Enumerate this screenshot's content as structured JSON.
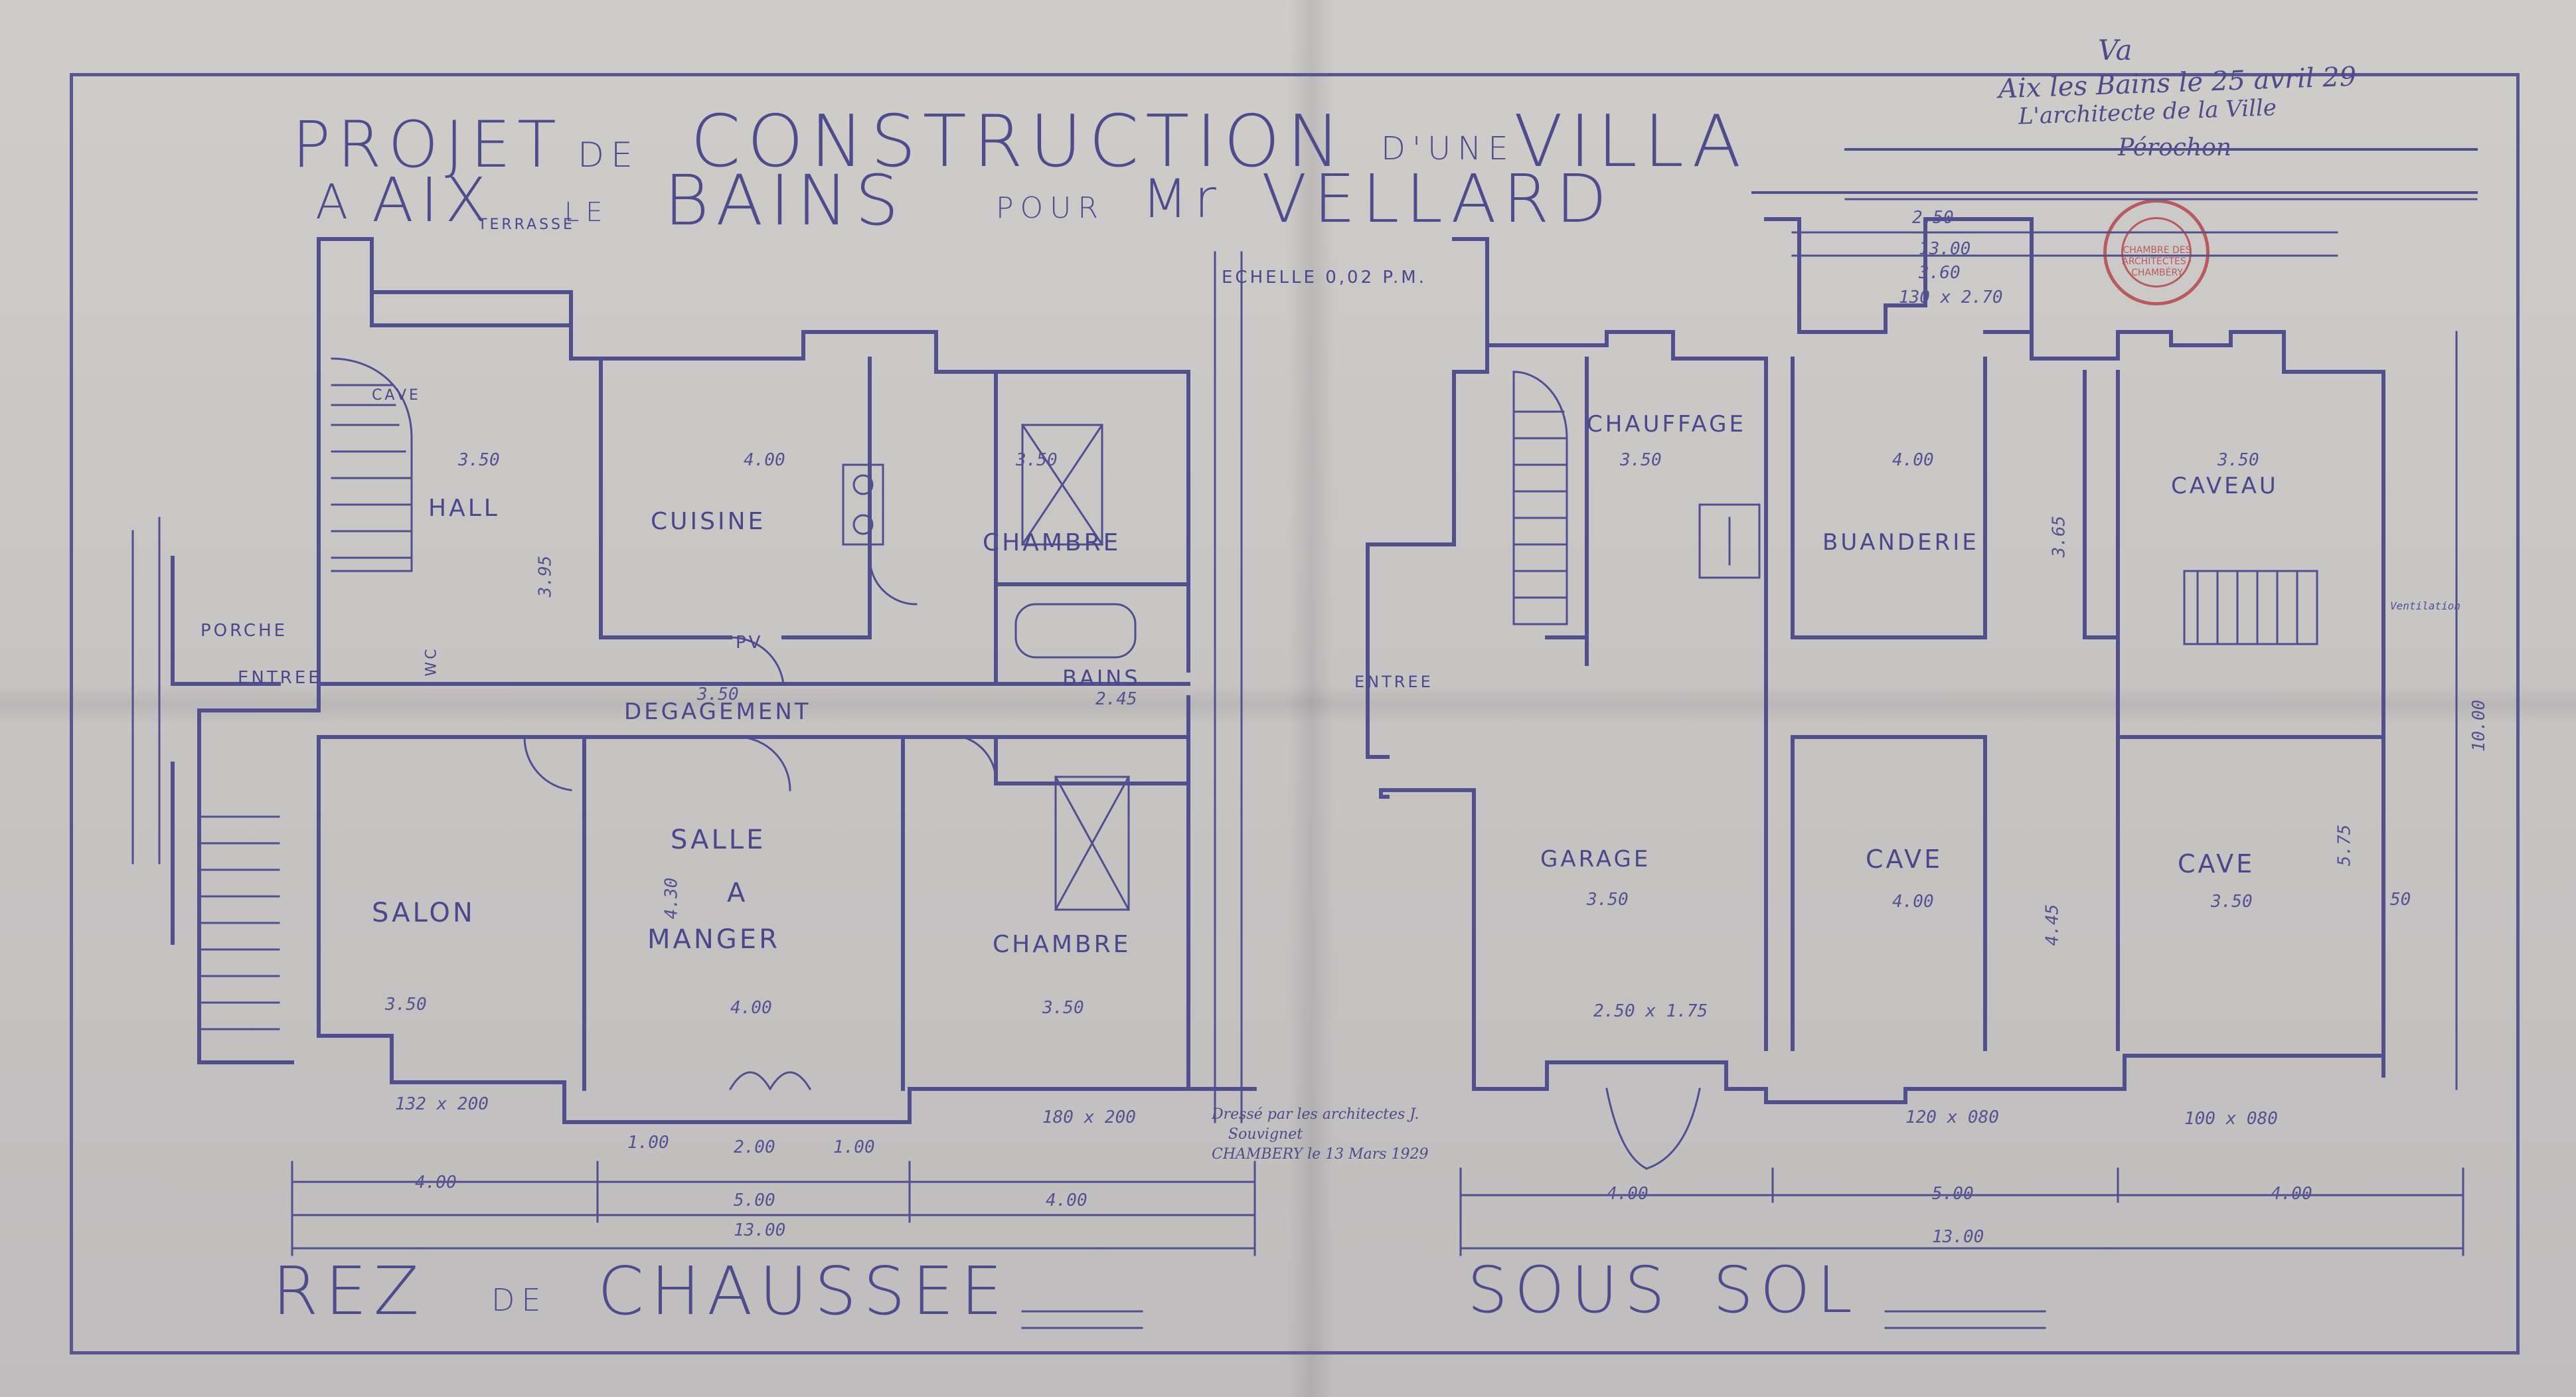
{
  "title": {
    "line1_projet": "PROJET",
    "line1_de": "DE",
    "line1_construction": "CONSTRUCTION",
    "line1_dune": "D'UNE",
    "line1_villa": "VILLA",
    "line2_a": "A",
    "line2_aix": "AIX",
    "line2_le": "LE",
    "line2_bains": "BAINS",
    "line2_pour": "POUR",
    "line2_mr": "Mr",
    "line2_vellard": "VELLARD"
  },
  "header_note": {
    "mark": "Va",
    "line1": "Aix les Bains le 25 avril 29",
    "line2": "L'architecte de la Ville",
    "signature": "Pérochon"
  },
  "stamp": {
    "text": "CHAMBRE DES ARCHITECTES · CHAMBÉRY"
  },
  "scale": "ECHELLE 0,02 P.M.",
  "ground_floor": {
    "section_title_1": "REZ",
    "section_title_2": "DE",
    "section_title_3": "CHAUSSEE",
    "rooms": [
      "HALL",
      "CUISINE",
      "CHAMBRE",
      "PORCHE",
      "ENTREE",
      "DEGAGEMENT",
      "SALON",
      "SALLE",
      "A",
      "MANGER",
      "CHAMBRE",
      "BAINS",
      "TERRASSE",
      "CAVE",
      "PV",
      "WC"
    ]
  },
  "basement": {
    "section_title_1": "SOUS",
    "section_title_2": "SOL",
    "rooms": [
      "CHAUFFAGE",
      "BUANDERIE",
      "CAVEAU",
      "ENTREE",
      "GARAGE",
      "CAVE",
      "CAVE"
    ]
  },
  "approval_note": {
    "line1": "Dressé par les architectes J.",
    "line2": "Souvignet",
    "line3": "CHAMBERY le 13 Mars 1929"
  },
  "dimensions": {
    "gf_total": "13.00",
    "gf_segment_1": "4.00",
    "gf_segment_2": "5.00",
    "gf_segment_3": "4.00",
    "gf_hall_w": "3.50",
    "gf_cuisine_w": "4.00",
    "gf_chambre_w": "3.50",
    "gf_salon_w": "3.50",
    "gf_salle_w": "4.00",
    "gf_chambre2_w": "3.50",
    "gf_deg": "3.50",
    "gf_bains": "2.45",
    "gf_win_1": "132 x 200",
    "gf_win_2": "180 x 200",
    "gf_b1": "1.00",
    "gf_b2": "2.00",
    "gf_b3": "1.00",
    "gf_salon_d": "4.30",
    "gf_hall_d": "3.95",
    "ss_total": "13.00",
    "ss_seg_1": "4.00",
    "ss_seg_2": "5.00",
    "ss_seg_3": "4.00",
    "ss_chauf_w": "3.50",
    "ss_buand_w": "4.00",
    "ss_caveau_w": "3.50",
    "ss_garage_w": "3.50",
    "ss_cave1_w": "4.00",
    "ss_cave2_w": "3.50",
    "ss_depth": "10.00",
    "ss_garage_door": "2.50 x 1.75",
    "ss_win_1": "120 x 080",
    "ss_win_2": "100 x 080",
    "ss_top_1": "2.50",
    "ss_top_2": "13.00",
    "ss_top_3": "3.60",
    "ss_top_win": "130 x 2.70",
    "ss_cave_d": "4.45",
    "ss_cave2_d": "5.75",
    "ss_50": "50",
    "ss_buand_d": "3.65",
    "ss_vent": "Ventilation"
  },
  "colors": {
    "ink": "#4d4a8a",
    "paper": "#c9c7c4",
    "stamp": "#b5484c"
  }
}
